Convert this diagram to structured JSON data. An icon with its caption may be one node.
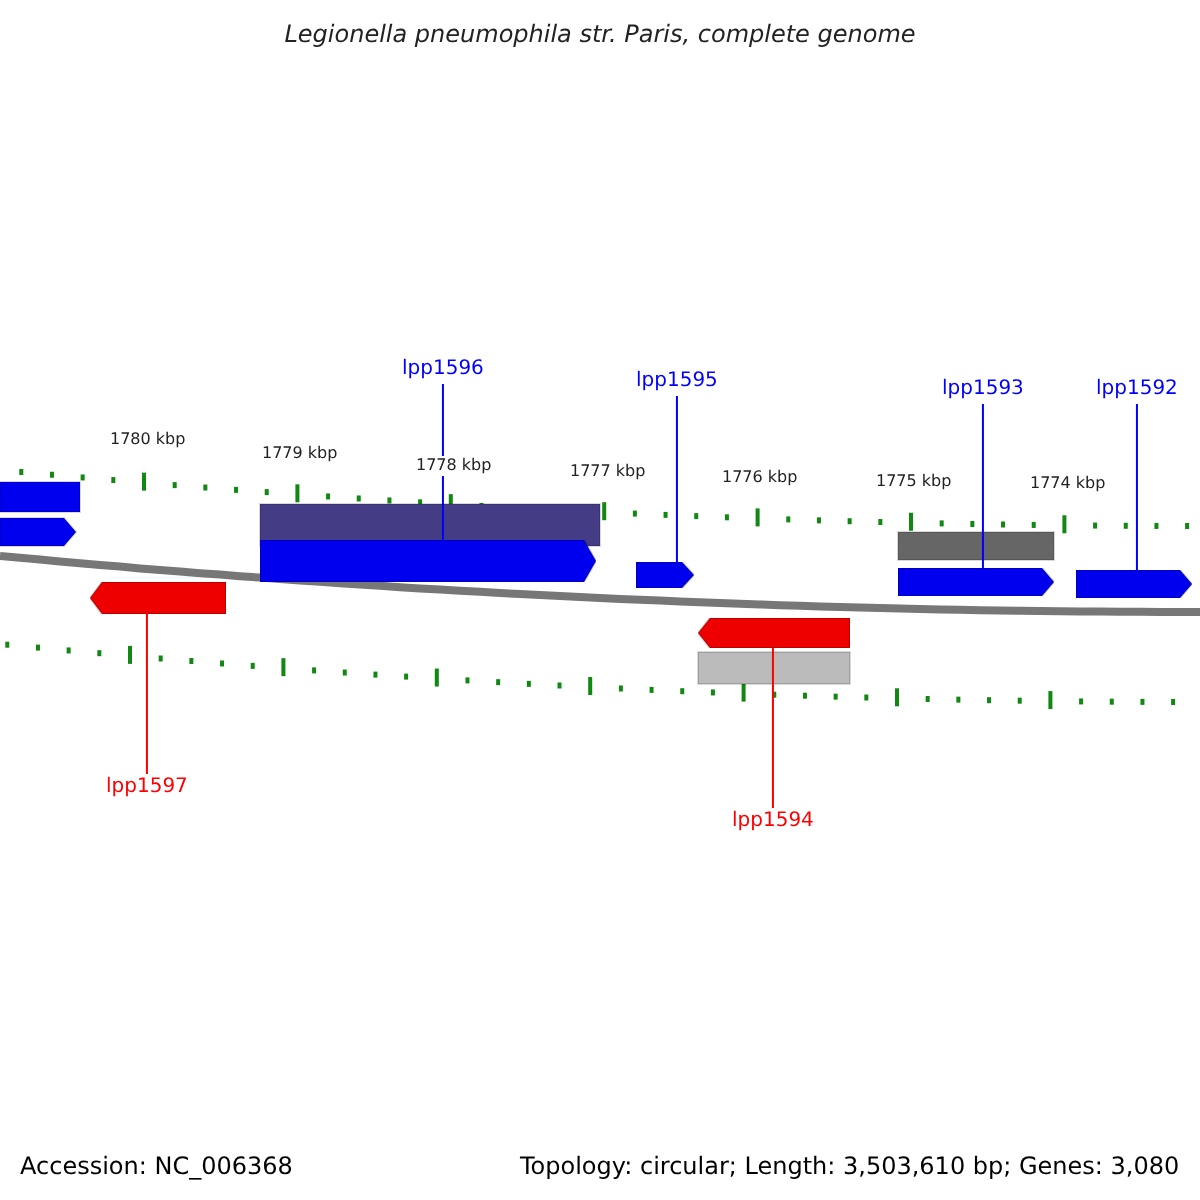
{
  "diagram": {
    "title": "Legionella pneumophila str. Paris, complete genome",
    "nodes": [
      {
        "text": [
          "lpp1596"
        ]
      },
      {
        "text": [
          "lpp1595"
        ]
      },
      {
        "text": [
          "lpp1593"
        ]
      },
      {
        "text": [
          "lpp1592"
        ]
      },
      {
        "text": [],
        "shape": "bar"
      },
      {
        "text": [],
        "shape": "bar"
      },
      {
        "text": [],
        "shape": "bar"
      },
      {
        "text": [],
        "shape": "bar"
      },
      {
        "text": [],
        "shape": "bar"
      },
      {
        "text": [],
        "shape": "bar"
      },
      {
        "text": [
          "lpp1597"
        ]
      },
      {
        "text": [
          "lpp1594"
        ]
      }
    ],
    "edges": [
      {
        "from": 0,
        "to": 4,
        "arrow": "none"
      },
      {
        "from": 1,
        "to": 5,
        "arrow": "none"
      },
      {
        "from": 2,
        "to": 6,
        "arrow": "none"
      },
      {
        "from": 3,
        "to": 7,
        "arrow": "none"
      },
      {
        "from": 10,
        "to": 8,
        "arrow": "none",
        "color": "#ff0000"
      },
      {
        "from": 11,
        "to": 9,
        "arrow": "none",
        "color": "#ff0000"
      }
    ],
    "labels": [
      "1780 kbp",
      "1779 kbp",
      "1778 kbp",
      "1777 kbp",
      "1776 kbp",
      "1775 kbp",
      "1774 kbp",
      "Accession: NC_006368",
      "Topology: circular; Length: 3,503,610 bp; Genes: 3,080"
    ]
  }
}
